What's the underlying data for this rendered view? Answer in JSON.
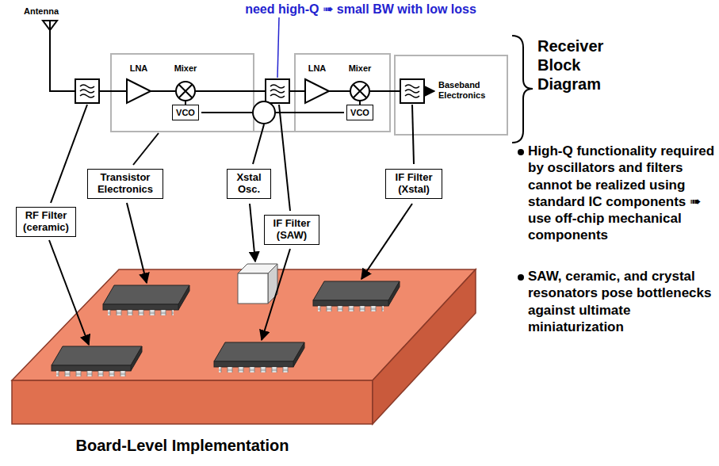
{
  "diagram": {
    "nodes": [
      {
        "text": [
          "VCO"
        ]
      },
      {
        "text": [
          "VCO"
        ]
      },
      {
        "text": [
          "RF Filter (ceramic)"
        ]
      },
      {
        "text": [
          "Transistor Electronics"
        ]
      },
      {
        "text": [
          "Xstal Osc."
        ]
      },
      {
        "text": [
          "IF Filter (SAW)"
        ]
      },
      {
        "text": [
          "IF Filter (Xstal)"
        ]
      }
    ],
    "labels": [
      "need high-Q ➠ small BW with low loss",
      "Antenna",
      "LNA",
      "Mixer",
      "LNA",
      "Mixer",
      "Baseband Electronics",
      "Receiver Block Diagram",
      "High-Q functionality required by oscillators and filters cannot be realized using standard IC components ➠ use off-chip mechanical components",
      "SAW, ceramic, and crystal resonators pose bottlenecks against ultimate miniaturization",
      "Board-Level Implementation"
    ]
  }
}
